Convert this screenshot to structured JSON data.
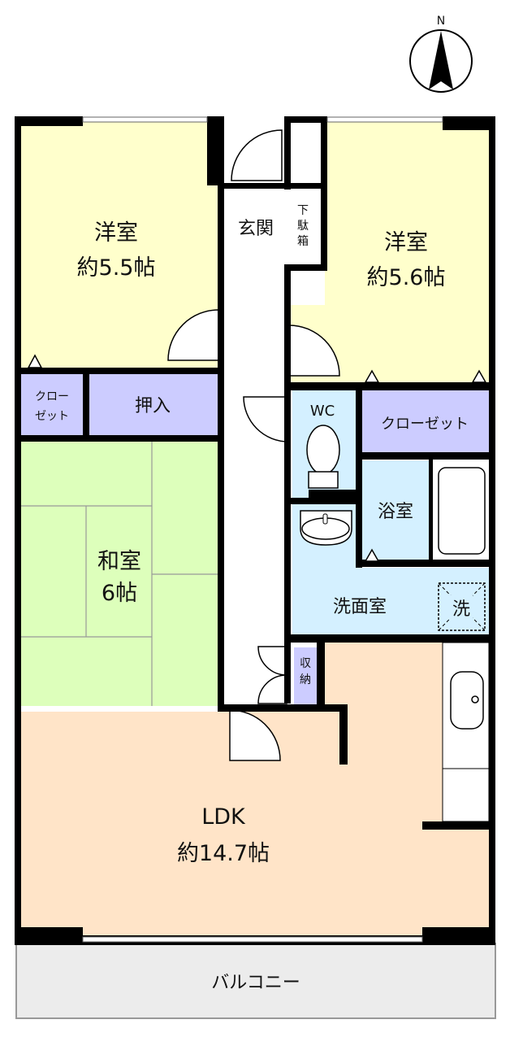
{
  "compass": {
    "label": "N"
  },
  "rooms": {
    "western_left": {
      "name": "洋室",
      "size": "約5.5帖"
    },
    "western_right": {
      "name": "洋室",
      "size": "約5.6帖"
    },
    "entrance": {
      "name": "玄関"
    },
    "shoe_box": {
      "line1": "下",
      "line2": "駄",
      "line3": "箱"
    },
    "closet_small": {
      "line1": "クロー",
      "line2": "ゼット"
    },
    "oshiire": {
      "name": "押入"
    },
    "wc": {
      "name": "WC"
    },
    "closet_right": {
      "name": "クローゼット"
    },
    "bath": {
      "name": "浴室"
    },
    "japanese": {
      "name": "和室",
      "size": "6帖"
    },
    "washroom": {
      "name": "洗面室"
    },
    "washer": {
      "name": "洗"
    },
    "storage": {
      "line1": "収",
      "line2": "納"
    },
    "ldk": {
      "name": "LDK",
      "size": "約14.7帖"
    },
    "balcony": {
      "name": "バルコニー"
    }
  },
  "colors": {
    "western": "#ffffcc",
    "closet": "#ccccff",
    "japanese": "#ddffbb",
    "wet": "#d4f0ff",
    "ldk": "#ffe4c8",
    "balcony": "#ececec",
    "wall": "#000000"
  }
}
